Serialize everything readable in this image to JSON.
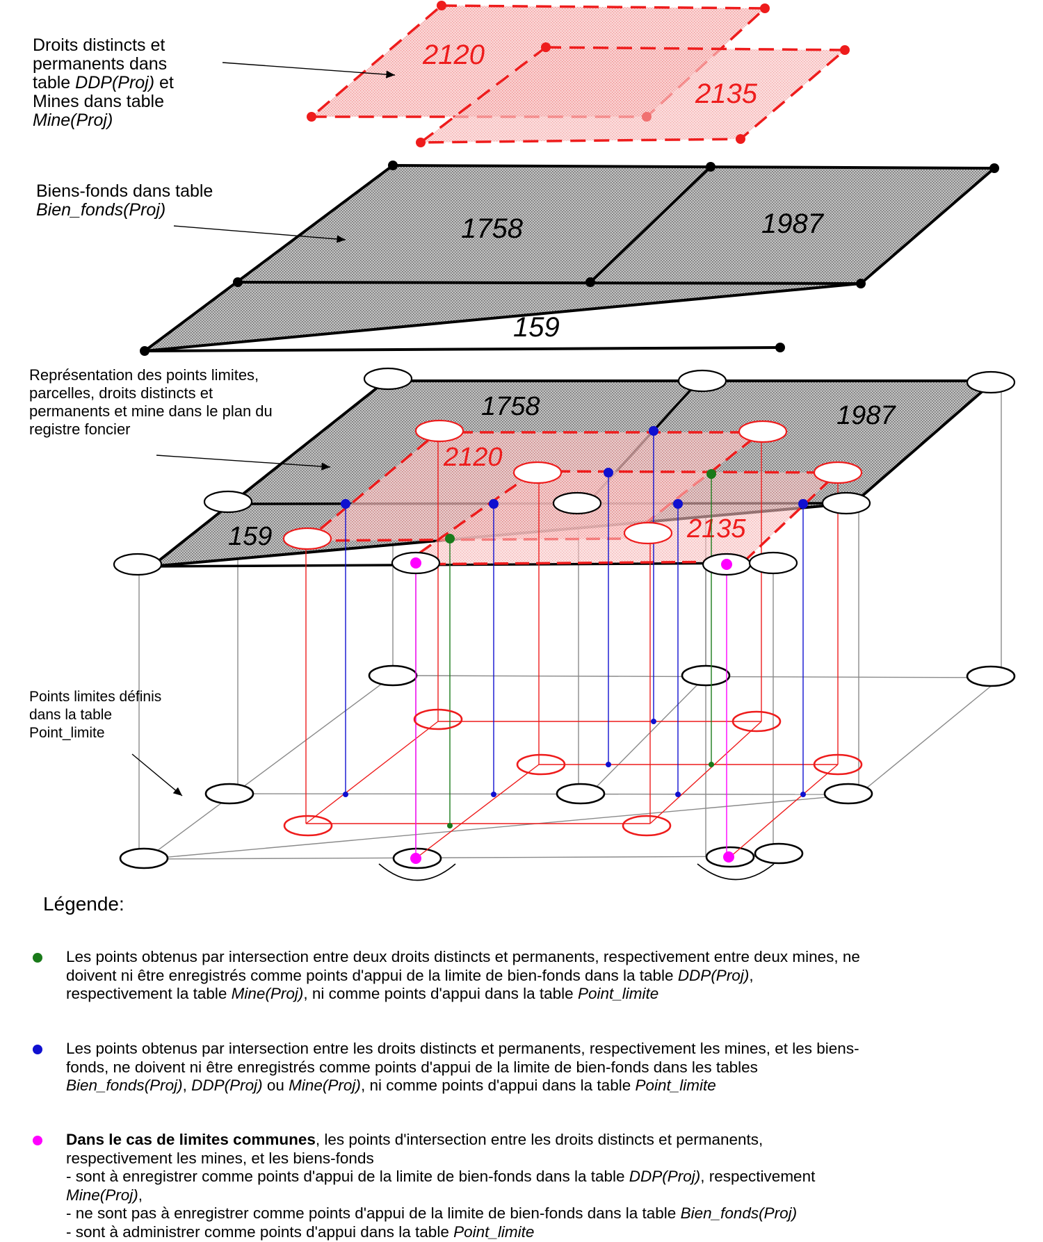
{
  "layer_labels": {
    "ddp": {
      "lines": [
        "Droits distincts et",
        "permanents dans",
        "table ",
        "Mines dans table"
      ],
      "table1": "DDP(Proj)",
      "after_table1": " et",
      "table2": "Mine(Proj)"
    },
    "biens": {
      "line1": "Biens-fonds dans table",
      "table": "Bien_fonds(Proj)"
    },
    "plan": {
      "lines": [
        "Représentation des points limites,",
        "parcelles, droits distincts et",
        "permanents et mine dans le plan du",
        "registre foncier"
      ]
    },
    "points": {
      "lines": [
        "Points limites définis",
        "dans la table",
        "Point_limite"
      ]
    }
  },
  "parcel_numbers": {
    "ddp_layer": [
      "2120",
      "2135"
    ],
    "bf_layer": [
      "1758",
      "1987",
      "159"
    ],
    "plan_layer": [
      "1758",
      "1987",
      "2120",
      "159",
      "2135"
    ]
  },
  "colors": {
    "ddp_red": "#ee1c1c",
    "ddp_fill": "#f6b3b3",
    "bf_fill": "#8a8a8a",
    "green_point": "#1a7a1a",
    "blue_point": "#1010d0",
    "magenta_point": "#ff00ff"
  },
  "legend": {
    "title": "Légende:",
    "green": {
      "l1": "Les points obtenus par intersection entre deux droits distincts et permanents, respectivement entre deux mines, ne",
      "l2a": "doivent ni être enregistrés comme points d'appui de la limite de bien-fonds dans la table ",
      "l2b": "DDP(Proj)",
      "l2c": ",",
      "l3a": "respectivement  la table ",
      "l3b": "Mine(Proj)",
      "l3c": ", ni comme points d'appui dans la table ",
      "l3d": "Point_limite"
    },
    "blue": {
      "l1": "Les points obtenus par intersection entre les droits distincts et permanents, respectivement les mines, et les biens-",
      "l2": "fonds, ne doivent ni être enregistrés comme points d'appui de la limite de bien-fonds dans les tables",
      "l3a": "Bien_fonds(Proj)",
      "l3b": ", ",
      "l3c": "DDP(Proj)",
      "l3d": " ou ",
      "l3e": "Mine(Proj)",
      "l3f": ", ni comme points d'appui dans la table ",
      "l3g": "Point_limite"
    },
    "magenta": {
      "l1a": "Dans le cas de limites communes",
      "l1b": ", les points d'intersection entre les droits distincts et permanents,",
      "l2": "respectivement les mines, et les biens-fonds",
      "l3a": "-  sont à enregistrer comme points d'appui de la limite de bien-fonds dans la table ",
      "l3b": "DDP(Proj)",
      "l3c": ", respectivement",
      "l4a": "Mine(Proj)",
      "l4b": ",",
      "l5a": "-  ne sont pas à enregistrer comme points d'appui de la limite de bien-fonds dans la table ",
      "l5b": "Bien_fonds(Proj)",
      "l6a": "-  sont à administrer comme points d'appui dans la table ",
      "l6b": "Point_limite"
    }
  }
}
